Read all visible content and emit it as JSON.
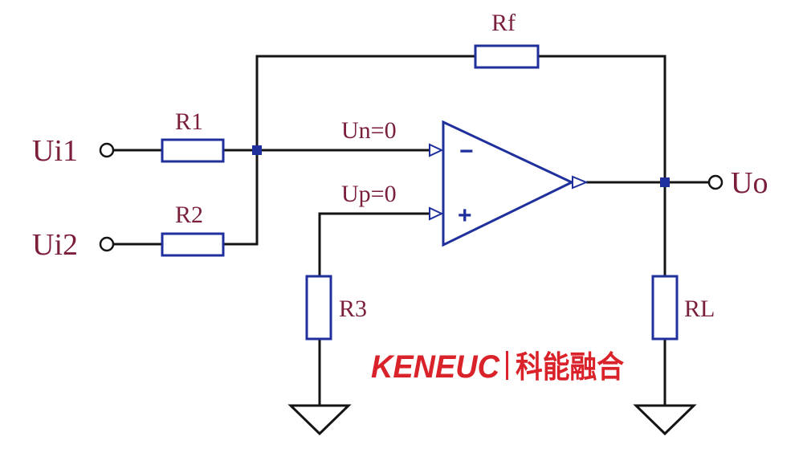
{
  "diagram": {
    "labels": {
      "ui1": "Ui1",
      "ui2": "Ui2",
      "r1": "R1",
      "r2": "R2",
      "r3": "R3",
      "rf": "Rf",
      "rl": "RL",
      "uo": "Uo",
      "un": "Un=0",
      "up": "Up=0",
      "minus": "−",
      "plus": "+"
    },
    "colors": {
      "wire": "#141414",
      "component": "#1f2f9c",
      "label": "#7a1e3a",
      "logo": "#d9222a"
    }
  },
  "watermark": {
    "brand_latin": "KENEUC",
    "brand_cn": "科能融合"
  }
}
